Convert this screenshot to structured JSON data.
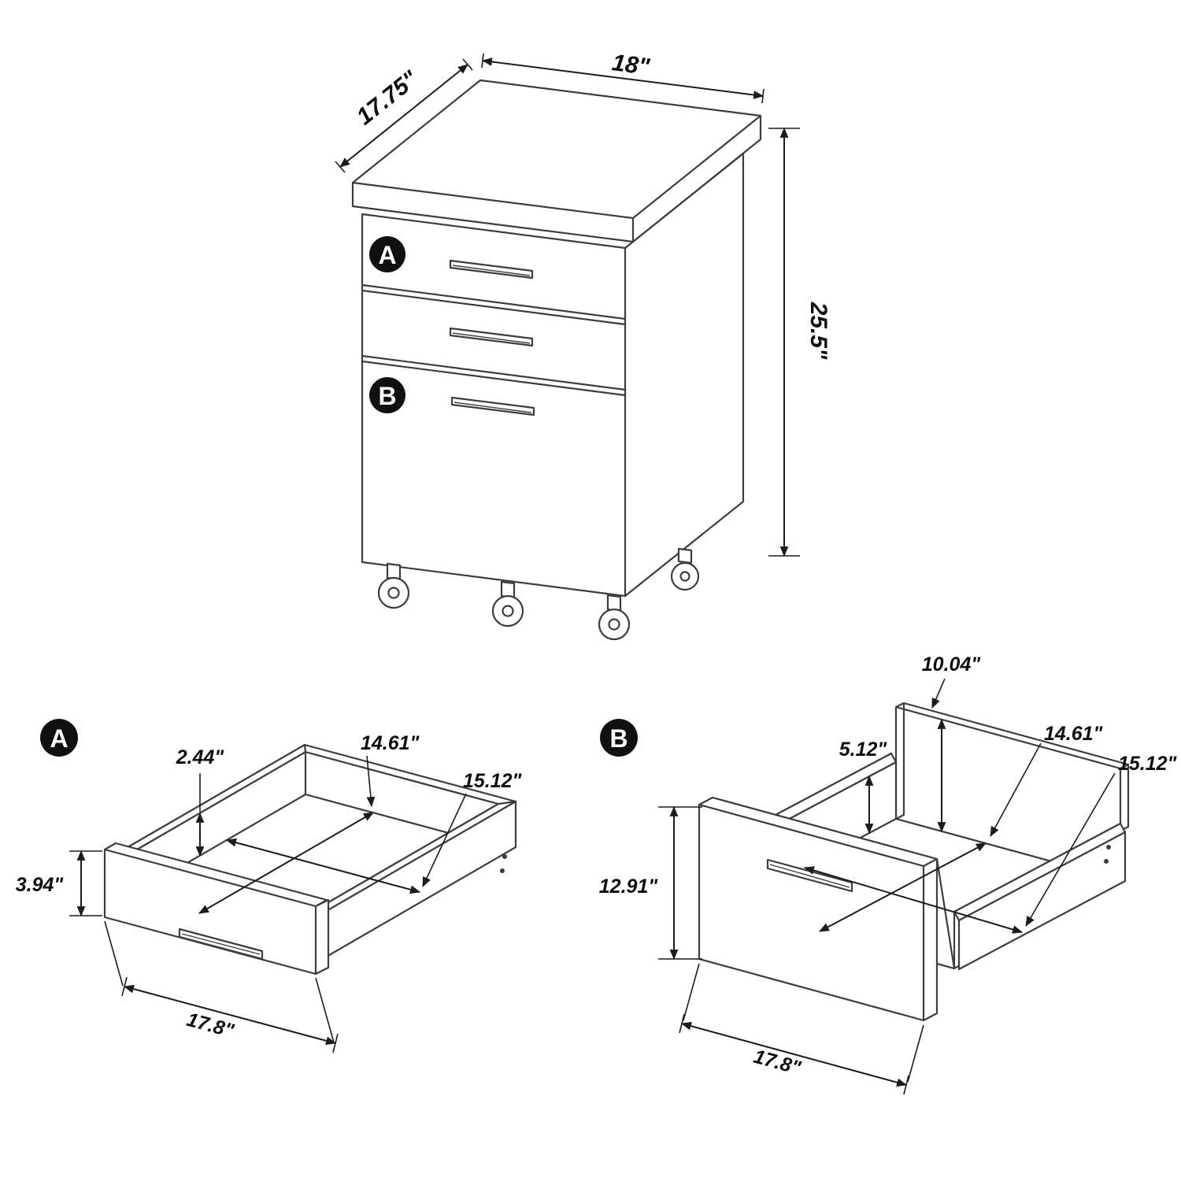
{
  "figure": {
    "kind": "furniture-dimension-diagram",
    "product": "3-drawer mobile pedestal file cabinet with casters"
  },
  "colors": {
    "background": "#ffffff",
    "line": "#3d3d3d",
    "dimension": "#1c1c1c",
    "marker_bg": "#101010",
    "marker_text": "#ffffff"
  },
  "cabinet_view": {
    "marker_a": "A",
    "marker_b": "B",
    "dim_depth": "17.75\"",
    "dim_width": "18\"",
    "dim_height": "25.5\""
  },
  "drawer_a_view": {
    "marker": "A",
    "dim_inner_height": "2.44\"",
    "dim_inner_depth": "14.61\"",
    "dim_inner_width": "15.12\"",
    "dim_front_height": "3.94\"",
    "dim_width": "17.8\""
  },
  "drawer_b_view": {
    "marker": "B",
    "dim_back_height": "10.04\"",
    "dim_inner_height": "5.12\"",
    "dim_inner_depth": "14.61\"",
    "dim_inner_width": "15.12\"",
    "dim_front_height": "12.91\"",
    "dim_width": "17.8\""
  }
}
